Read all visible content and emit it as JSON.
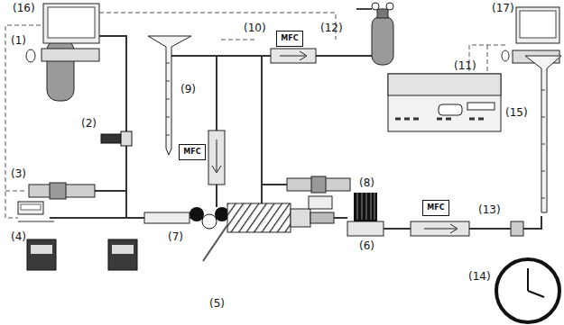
{
  "diagram": {
    "nodes": [
      {
        "text": [
          "MFC"
        ]
      },
      {
        "text": [
          "MFC"
        ]
      },
      {
        "text": [
          "MFC"
        ]
      }
    ],
    "labels": [
      "(1)",
      "(2)",
      "(3)",
      "(4)",
      "(5)",
      "(6)",
      "(7)",
      "(8)",
      "(9)",
      "(10)",
      "(11)",
      "(12)",
      "(13)",
      "(14)",
      "(15)",
      "(16)",
      "(17)"
    ]
  }
}
